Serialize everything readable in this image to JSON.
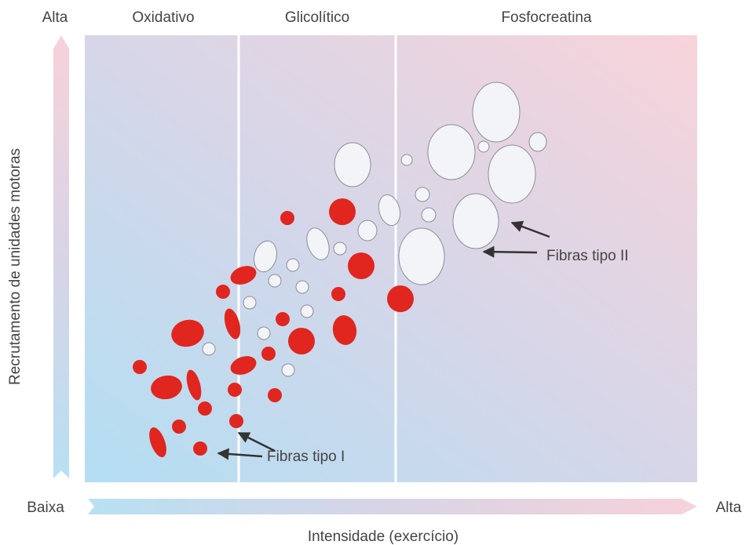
{
  "header": {
    "y_high_label": "Alta",
    "zones": [
      "Oxidativo",
      "Glicolítico",
      "Fosfocreatina"
    ]
  },
  "axes": {
    "y_title": "Recrutamento de unidades motoras",
    "x_low_label": "Baixa",
    "x_high_label": "Alta",
    "x_title": "Intensidade (exercício)"
  },
  "annotations": {
    "type_one": "Fibras tipo I",
    "type_two": "Fibras tipo II"
  },
  "colors": {
    "type_one_fill": "#e0261f",
    "type_two_fill": "#f2f4f8",
    "type_two_stroke": "#8a8f99",
    "gradient_low": "#bde3f4",
    "gradient_high": "#f8d5dc"
  }
}
